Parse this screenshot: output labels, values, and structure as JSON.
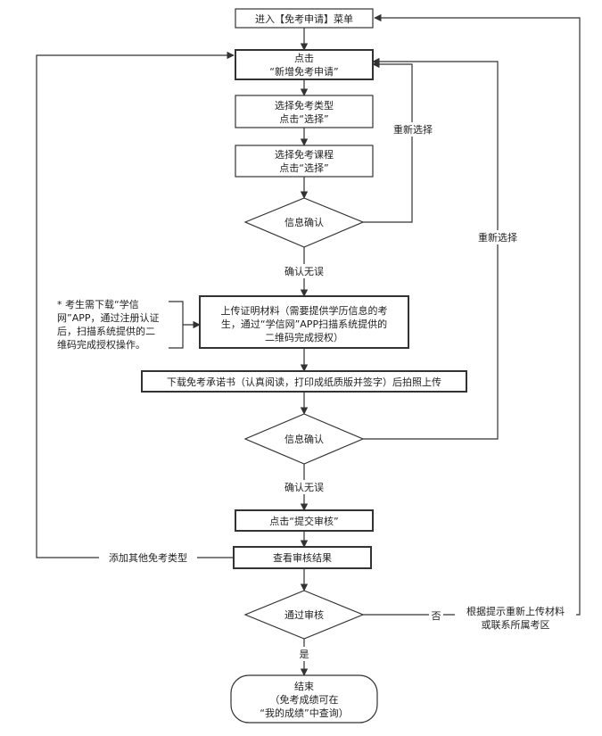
{
  "nodes": {
    "enter_menu": "进入【免考申请】菜单",
    "new_apply_line1": "点击",
    "new_apply_line2": "“新增免考申请”",
    "select_type_line1": "选择免考类型",
    "select_type_line2": "点击“选择”",
    "select_course_line1": "选择免考课程",
    "select_course_line2": "点击“选择”",
    "confirm_info_1": "信息确认",
    "upload_line1": "上传证明材料（需要提供学历信息的考",
    "upload_line2": "生，通过“学信网”APP扫描系统提供的",
    "upload_line3": "二维码完成授权）",
    "download_pledge": "下载免考承诺书（认真阅读，打印成纸质版并签字）后拍照上传",
    "confirm_info_2": "信息确认",
    "submit_review": "点击“提交审核”",
    "view_result": "查看审核结果",
    "pass_review": "通过审核",
    "end_line1": "结束",
    "end_line2": "（免考成绩可在",
    "end_line3": "“我的成绩”中查询）"
  },
  "labels": {
    "reselect_1": "重新选择",
    "reselect_2": "重新选择",
    "confirm_ok_1": "确认无误",
    "confirm_ok_2": "确认无误",
    "add_other_type": "添加其他免考类型",
    "no": "否",
    "yes": "是",
    "reupload_line1": "根据提示重新上传材料",
    "reupload_line2": "或联系所属考区"
  },
  "note": {
    "line1": "* 考生需下载“学信",
    "line2": "网”APP，通过注册认证",
    "line3": "后，扫描系统提供的二",
    "line4": "维码完成授权操作。"
  }
}
